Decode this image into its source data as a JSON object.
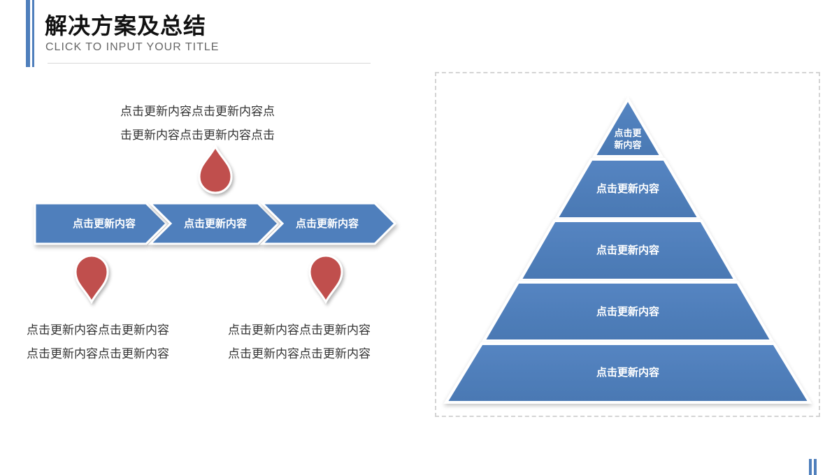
{
  "header": {
    "title": "解决方案及总结",
    "subtitle": "CLICK  TO  INPUT  YOUR  TITLE"
  },
  "colors": {
    "accent_blue": "#4f7fbc",
    "pin_red": "#c0504d"
  },
  "process": {
    "steps": [
      {
        "label": "点击更新内容"
      },
      {
        "label": "点击更新内容"
      },
      {
        "label": "点击更新内容"
      }
    ],
    "top_text": {
      "lines": [
        "点击更新内容点击更新内容点",
        "击更新内容点击更新内容点击"
      ]
    },
    "bottom_left_text": {
      "lines": [
        "点击更新内容点击更新内容",
        "点击更新内容点击更新内容"
      ]
    },
    "bottom_right_text": {
      "lines": [
        "点击更新内容点击更新内容",
        "点击更新内容点击更新内容"
      ]
    }
  },
  "pyramid": {
    "top_label_lines": [
      "点击更",
      "新内容"
    ],
    "levels": [
      {
        "label": "点击更新内容"
      },
      {
        "label": "点击更新内容"
      },
      {
        "label": "点击更新内容"
      },
      {
        "label": "点击更新内容"
      }
    ]
  }
}
